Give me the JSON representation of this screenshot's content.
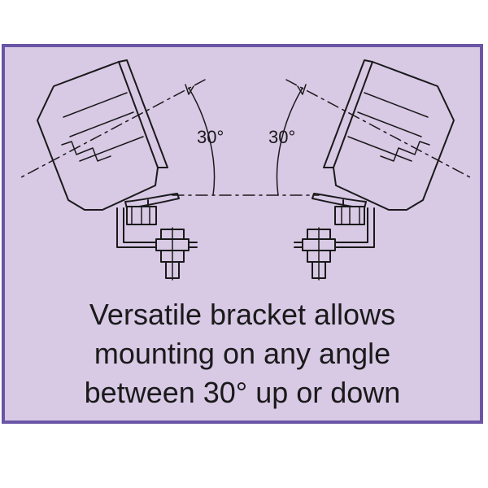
{
  "angles": {
    "left": "30°",
    "right": "30°"
  },
  "caption": {
    "line1": "Versatile bracket allows",
    "line2": "mounting on any angle",
    "line3": "between 30° up or down"
  },
  "colors": {
    "frame": "#6a55a6",
    "background": "#d8c9e5",
    "ink": "#1a1a1a"
  }
}
